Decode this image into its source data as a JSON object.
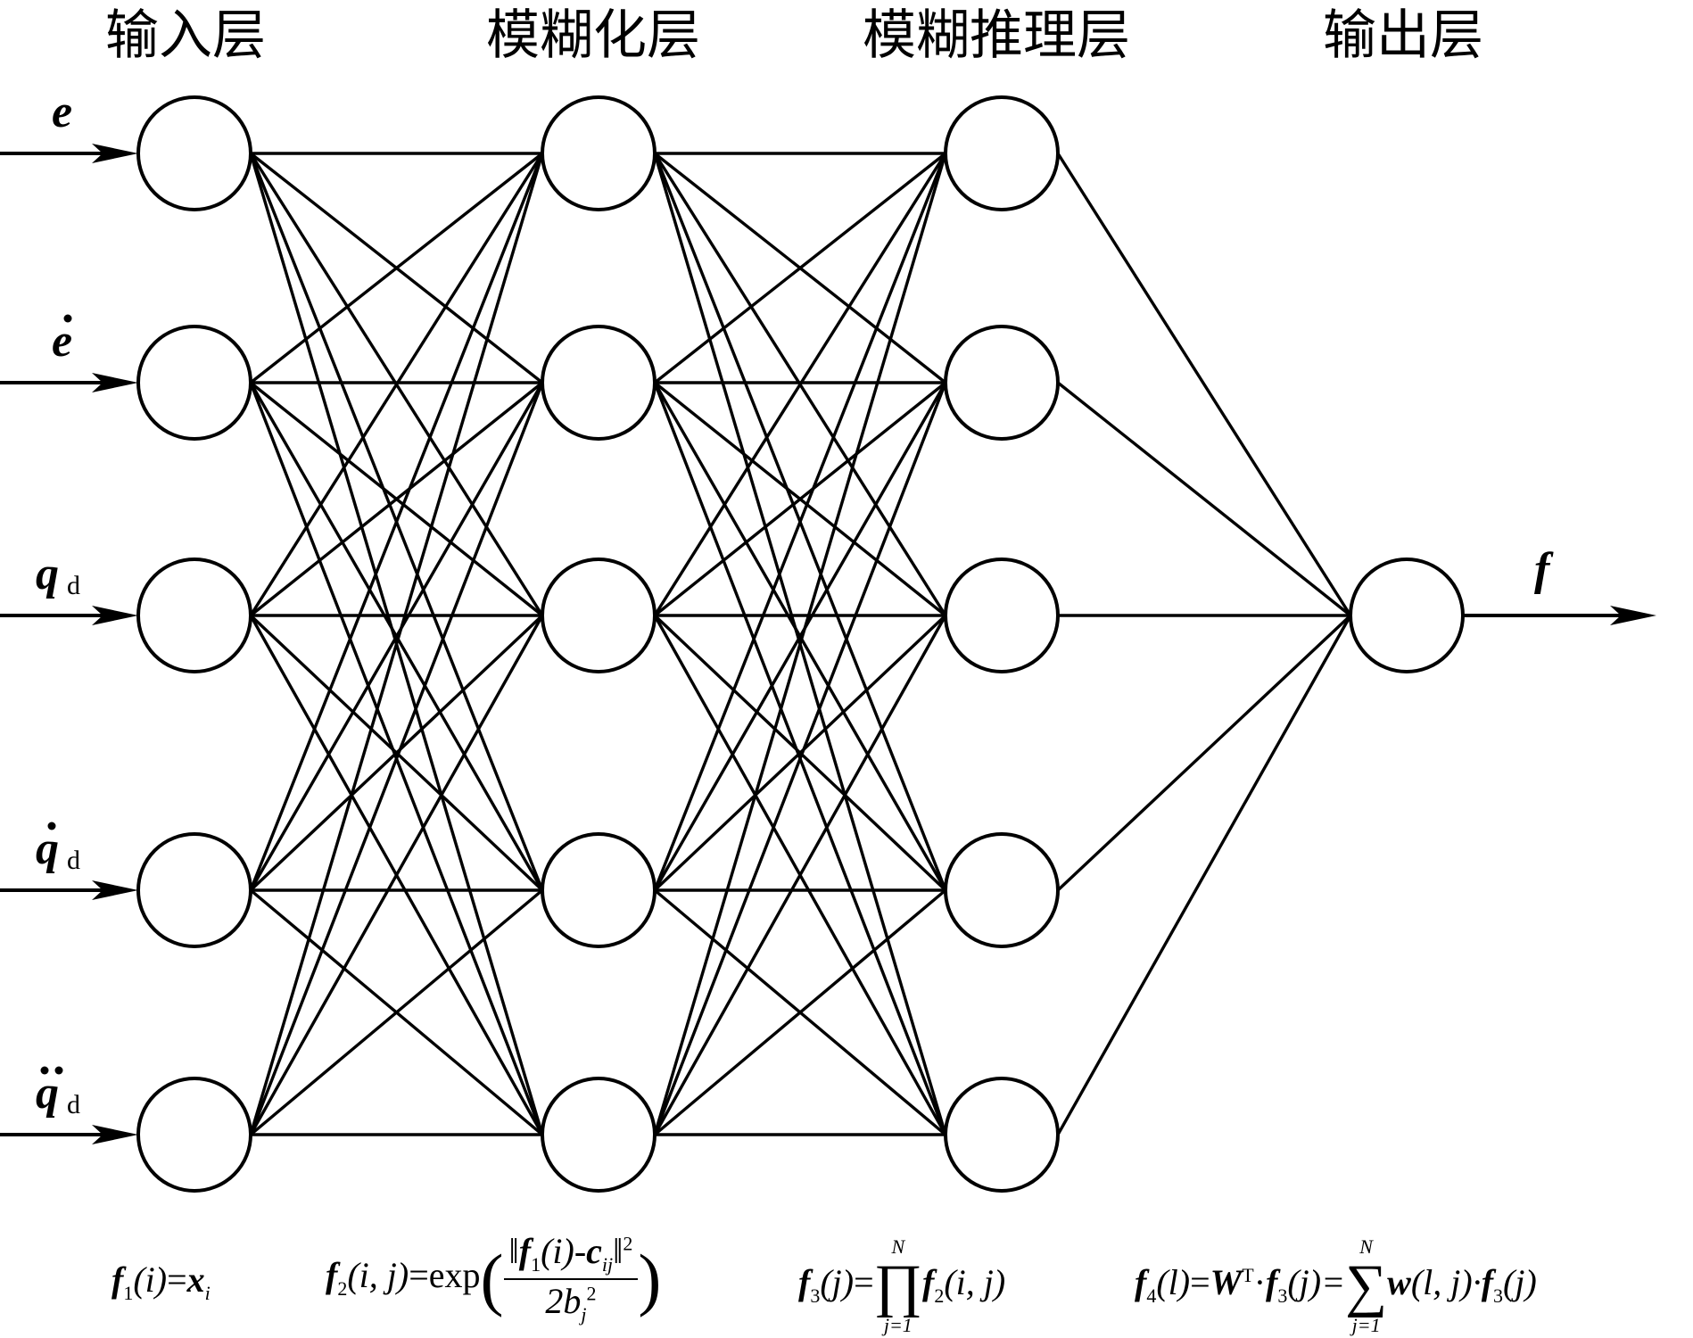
{
  "layers": [
    {
      "id": "input",
      "label": "输入层",
      "count": 5
    },
    {
      "id": "fuzzification",
      "label": "模糊化层",
      "count": 5
    },
    {
      "id": "inference",
      "label": "模糊推理层",
      "count": 5
    },
    {
      "id": "output",
      "label": "输出层",
      "count": 1
    }
  ],
  "inputs": [
    {
      "symbol": "e",
      "dots": 0,
      "subscript": ""
    },
    {
      "symbol": "e",
      "dots": 1,
      "subscript": ""
    },
    {
      "symbol": "q",
      "dots": 0,
      "subscript": "d"
    },
    {
      "symbol": "q",
      "dots": 1,
      "subscript": "d"
    },
    {
      "symbol": "q",
      "dots": 2,
      "subscript": "d"
    }
  ],
  "output_symbol": "f",
  "formulas": {
    "f1": {
      "fn": "f",
      "idx": "1",
      "lhs_arg": "(i)",
      "eq": "=",
      "rhs": "x",
      "rhs_sub": "i"
    },
    "f2": {
      "fn": "f",
      "idx": "2",
      "lhs_arg": "(i, j)",
      "eq": "=exp",
      "num_fn": "f",
      "num_idx": "1",
      "num_arg": "(i)-",
      "num_c": "c",
      "num_c_sub": "ij",
      "num_pow": "2",
      "den": "2b",
      "den_sub": "j",
      "den_pow": "2"
    },
    "f3": {
      "fn": "f",
      "idx": "3",
      "lhs_arg": "(j)",
      "eq": "=",
      "op_upper": "N",
      "op_lower": "j=1",
      "rhs_fn": "f",
      "rhs_idx": "2",
      "rhs_arg": "(i, j)"
    },
    "f4": {
      "fn": "f",
      "idx": "4",
      "lhs_arg": "(l)",
      "eq": "=",
      "W": "W",
      "W_sup": "T",
      "dot": "·",
      "f3_fn": "f",
      "f3_idx": "3",
      "f3_arg": "(j)=",
      "op_upper": "N",
      "op_lower": "j=1",
      "w": "w",
      "w_arg": "(l, j)·",
      "tail_fn": "f",
      "tail_idx": "3",
      "tail_arg": "(j)"
    }
  }
}
